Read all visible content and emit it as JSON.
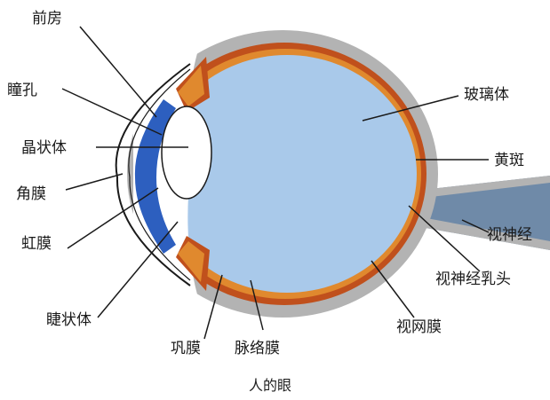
{
  "labels": {
    "anterior_chamber": "前房",
    "pupil": "瞳孔",
    "lens": "晶状体",
    "cornea": "角膜",
    "iris": "虹膜",
    "ciliary_body": "睫状体",
    "sclera": "巩膜",
    "choroid": "脉络膜",
    "retina": "视网膜",
    "vitreous_body": "玻璃体",
    "macula": "黄斑",
    "optic_nerve": "视神经",
    "optic_disc": "视神经乳头"
  },
  "caption": "人的眼",
  "colors": {
    "vitreous": "#a9c9ea",
    "sclera": "#b3b3b3",
    "choroid": "#c0501c",
    "retina": "#e0892e",
    "iris": "#2d5fbf",
    "lens": "#ffffff",
    "nerve": "#6f8aa8"
  }
}
